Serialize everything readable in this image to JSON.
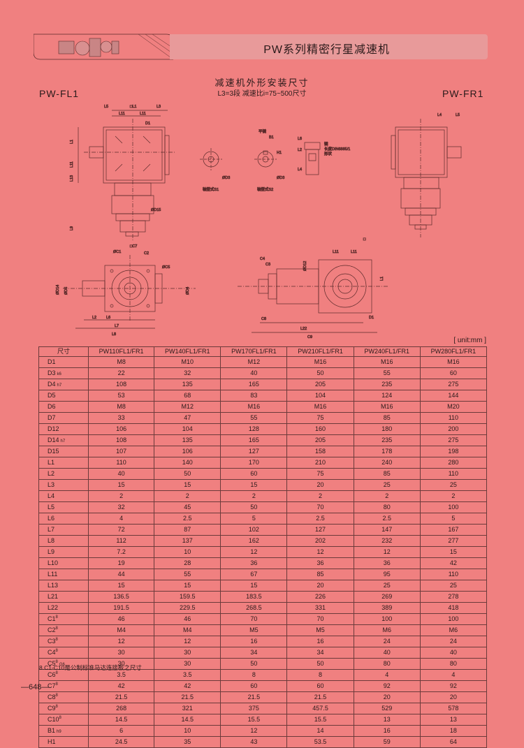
{
  "header": {
    "title": "PW系列精密行星减速机"
  },
  "section": {
    "title": "减速机外形安装尺寸",
    "subtitle": "L3=3段 减速比i=75~500尺寸"
  },
  "models": {
    "left": "PW-FL1",
    "right": "PW-FR1"
  },
  "drawing_labels": {
    "shaft_s1": "轴型式S1",
    "shaft_s2": "轴型式S2",
    "flat_key": "平键",
    "key_note_1": "键",
    "key_note_2": "长度DIN6885/1",
    "key_note_3": "形状",
    "L1": "L1",
    "L11": "L11",
    "L5": "L5",
    "L3": "L3",
    "L4": "L4",
    "L6": "L6",
    "L2": "L2",
    "L7": "L7",
    "L8": "L8",
    "L9": "L9",
    "L10": "L10",
    "L13": "L13",
    "L21": "L21",
    "L22": "L22",
    "D1": "D1",
    "D15": "ØD15",
    "C1": "ØC1",
    "C2": "C2",
    "C5": "ØC5",
    "C6": "C6",
    "C7": "□C7",
    "C8": "C8",
    "C9": "C9",
    "C10": "C10",
    "D12": "ØD12",
    "D14": "ØD14",
    "D4": "ØD4",
    "D5": "ØD5",
    "D3": "ØD3",
    "B1": "B1",
    "H1": "H1",
    "C3": "C3",
    "C4": "C4",
    "sq": "□",
    "sq_l1": "□L1"
  },
  "unit": "[ unit:mm ]",
  "table": {
    "headers": [
      "尺寸",
      "PW110FL1/FR1",
      "PW140FL1/FR1",
      "PW170FL1/FR1",
      "PW210FL1/FR1",
      "PW240FL1/FR1",
      "PW280FL1/FR1"
    ],
    "rows": [
      {
        "name": "D1",
        "sub": "",
        "sup": "",
        "values": [
          "M8",
          "M10",
          "M12",
          "M16",
          "M16",
          "M16"
        ]
      },
      {
        "name": "D3",
        "sub": "k6",
        "sup": "",
        "values": [
          "22",
          "32",
          "40",
          "50",
          "55",
          "60"
        ]
      },
      {
        "name": "D4",
        "sub": "h7",
        "sup": "",
        "values": [
          "108",
          "135",
          "165",
          "205",
          "235",
          "275"
        ]
      },
      {
        "name": "D5",
        "sub": "",
        "sup": "",
        "values": [
          "53",
          "68",
          "83",
          "104",
          "124",
          "144"
        ]
      },
      {
        "name": "D6",
        "sub": "",
        "sup": "",
        "values": [
          "M8",
          "M12",
          "M16",
          "M16",
          "M16",
          "M20"
        ]
      },
      {
        "name": "D7",
        "sub": "",
        "sup": "",
        "values": [
          "33",
          "47",
          "55",
          "75",
          "85",
          "110"
        ]
      },
      {
        "name": "D12",
        "sub": "",
        "sup": "",
        "values": [
          "106",
          "104",
          "128",
          "160",
          "180",
          "200"
        ]
      },
      {
        "name": "D14",
        "sub": "h7",
        "sup": "",
        "values": [
          "108",
          "135",
          "165",
          "205",
          "235",
          "275"
        ]
      },
      {
        "name": "D15",
        "sub": "",
        "sup": "",
        "values": [
          "107",
          "106",
          "127",
          "158",
          "178",
          "198"
        ]
      },
      {
        "name": "L1",
        "sub": "",
        "sup": "",
        "values": [
          "110",
          "140",
          "170",
          "210",
          "240",
          "280"
        ]
      },
      {
        "name": "L2",
        "sub": "",
        "sup": "",
        "values": [
          "40",
          "50",
          "60",
          "75",
          "85",
          "110"
        ]
      },
      {
        "name": "L3",
        "sub": "",
        "sup": "",
        "values": [
          "15",
          "15",
          "15",
          "20",
          "25",
          "25"
        ]
      },
      {
        "name": "L4",
        "sub": "",
        "sup": "",
        "values": [
          "2",
          "2",
          "2",
          "2",
          "2",
          "2"
        ]
      },
      {
        "name": "L5",
        "sub": "",
        "sup": "",
        "values": [
          "32",
          "45",
          "50",
          "70",
          "80",
          "100"
        ]
      },
      {
        "name": "L6",
        "sub": "",
        "sup": "",
        "values": [
          "4",
          "2.5",
          "5",
          "2.5",
          "2.5",
          "5"
        ]
      },
      {
        "name": "L7",
        "sub": "",
        "sup": "",
        "values": [
          "72",
          "87",
          "102",
          "127",
          "147",
          "167"
        ]
      },
      {
        "name": "L8",
        "sub": "",
        "sup": "",
        "values": [
          "112",
          "137",
          "162",
          "202",
          "232",
          "277"
        ]
      },
      {
        "name": "L9",
        "sub": "",
        "sup": "",
        "values": [
          "7.2",
          "10",
          "12",
          "12",
          "12",
          "15"
        ]
      },
      {
        "name": "L10",
        "sub": "",
        "sup": "",
        "values": [
          "19",
          "28",
          "36",
          "36",
          "36",
          "42"
        ]
      },
      {
        "name": "L11",
        "sub": "",
        "sup": "",
        "values": [
          "44",
          "55",
          "67",
          "85",
          "95",
          "110"
        ]
      },
      {
        "name": "L13",
        "sub": "",
        "sup": "",
        "values": [
          "15",
          "15",
          "15",
          "20",
          "25",
          "25"
        ]
      },
      {
        "name": "L21",
        "sub": "",
        "sup": "",
        "values": [
          "136.5",
          "159.5",
          "183.5",
          "226",
          "269",
          "278"
        ]
      },
      {
        "name": "L22",
        "sub": "",
        "sup": "",
        "values": [
          "191.5",
          "229.5",
          "268.5",
          "331",
          "389",
          "418"
        ]
      },
      {
        "name": "C1",
        "sub": "",
        "sup": "8",
        "values": [
          "46",
          "46",
          "70",
          "70",
          "100",
          "100"
        ]
      },
      {
        "name": "C2",
        "sub": "",
        "sup": "8",
        "values": [
          "M4",
          "M4",
          "M5",
          "M5",
          "M6",
          "M6"
        ]
      },
      {
        "name": "C3",
        "sub": "",
        "sup": "8",
        "values": [
          "12",
          "12",
          "16",
          "16",
          "24",
          "24"
        ]
      },
      {
        "name": "C4",
        "sub": "",
        "sup": "8",
        "values": [
          "30",
          "30",
          "34",
          "34",
          "40",
          "40"
        ]
      },
      {
        "name": "C5",
        "sub": "G6",
        "sup": "8",
        "values": [
          "30",
          "30",
          "50",
          "50",
          "80",
          "80"
        ]
      },
      {
        "name": "C6",
        "sub": "",
        "sup": "8",
        "values": [
          "3.5",
          "3.5",
          "8",
          "8",
          "4",
          "4"
        ]
      },
      {
        "name": "C7",
        "sub": "",
        "sup": "8",
        "values": [
          "42",
          "42",
          "60",
          "60",
          "92",
          "92"
        ]
      },
      {
        "name": "C8",
        "sub": "",
        "sup": "8",
        "values": [
          "21.5",
          "21.5",
          "21.5",
          "21.5",
          "20",
          "20"
        ]
      },
      {
        "name": "C9",
        "sub": "",
        "sup": "8",
        "values": [
          "268",
          "321",
          "375",
          "457.5",
          "529",
          "578"
        ]
      },
      {
        "name": "C10",
        "sub": "",
        "sup": "8",
        "values": [
          "14.5",
          "14.5",
          "15.5",
          "15.5",
          "13",
          "13"
        ]
      },
      {
        "name": "B1",
        "sub": "h9",
        "sup": "",
        "values": [
          "6",
          "10",
          "12",
          "14",
          "16",
          "18"
        ]
      },
      {
        "name": "H1",
        "sub": "",
        "sup": "",
        "values": [
          "24.5",
          "35",
          "43",
          "53.5",
          "59",
          "64"
        ]
      }
    ]
  },
  "footnote": "8.C1-C10是公制标准马达连接板之尺寸",
  "page_number": "—648—",
  "colors": {
    "background": "#f08080",
    "band": "#e89a9a",
    "line": "#5a2a2a"
  }
}
